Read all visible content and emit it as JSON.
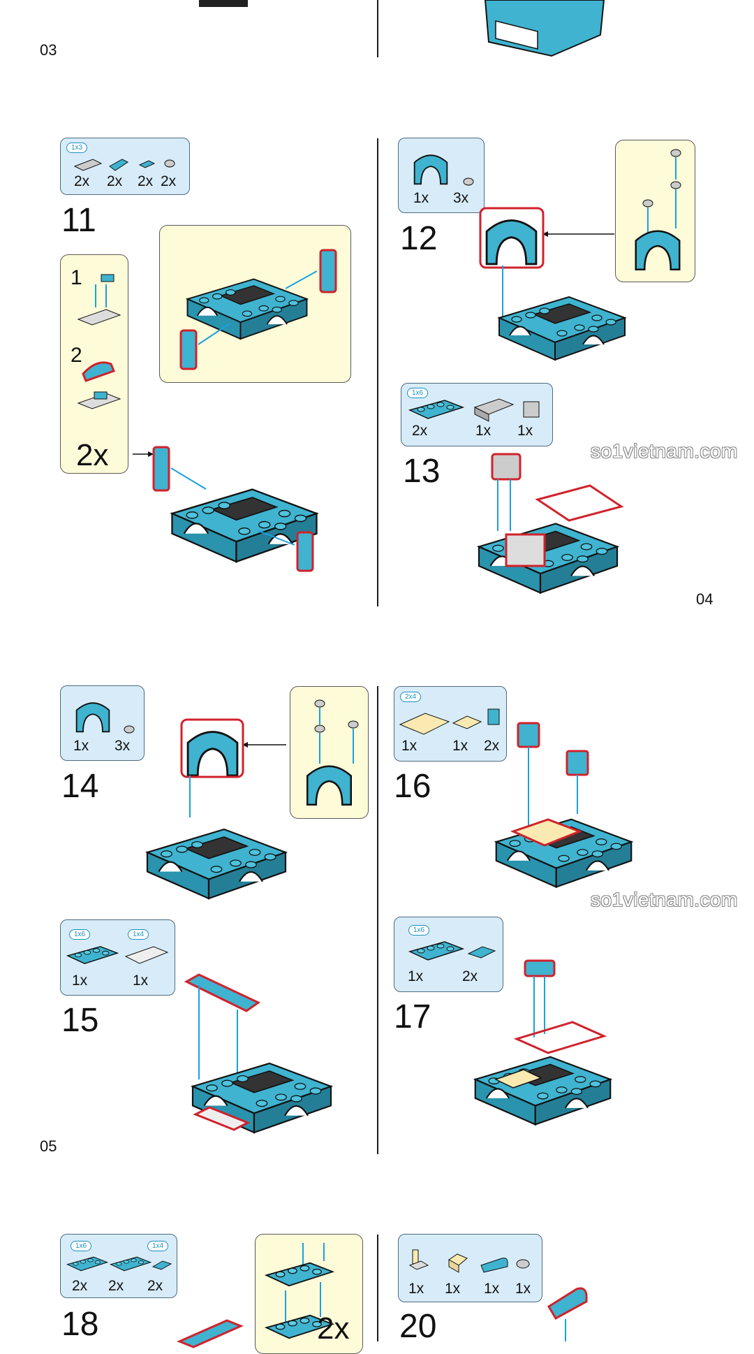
{
  "page_numbers": {
    "p03": "03",
    "p04": "04",
    "p05": "05"
  },
  "watermark": "so1vietnam.com",
  "steps": {
    "s11": {
      "number": "11",
      "tag": "1x3",
      "qty": [
        "2x",
        "2x",
        "2x",
        "2x"
      ],
      "substep1": "1",
      "substep2": "2",
      "repeat": "2x"
    },
    "s12": {
      "number": "12",
      "qty": [
        "1x",
        "3x"
      ]
    },
    "s13": {
      "number": "13",
      "tag": "1x6",
      "qty": [
        "2x",
        "1x",
        "1x"
      ]
    },
    "s14": {
      "number": "14",
      "qty": [
        "1x",
        "3x"
      ]
    },
    "s15": {
      "number": "15",
      "tags": [
        "1x6",
        "1x4"
      ],
      "qty": [
        "1x",
        "1x"
      ]
    },
    "s16": {
      "number": "16",
      "tag": "2x4",
      "qty": [
        "1x",
        "1x",
        "2x"
      ]
    },
    "s17": {
      "number": "17",
      "tag": "1x6",
      "qty": [
        "1x",
        "2x"
      ]
    },
    "s18": {
      "number": "18",
      "tags": [
        "1x6",
        "1x4"
      ],
      "qty": [
        "2x",
        "2x",
        "2x"
      ],
      "repeat": "2x"
    },
    "s20": {
      "number": "20",
      "qty": [
        "1x",
        "1x",
        "1x",
        "1x"
      ]
    }
  },
  "colors": {
    "brick_blue": "#3fb3cf",
    "part_box": "#d7ecf8",
    "callout_box": "#fdfbd8",
    "highlight": "#d0222b",
    "guide_line": "#1aa0e0"
  }
}
